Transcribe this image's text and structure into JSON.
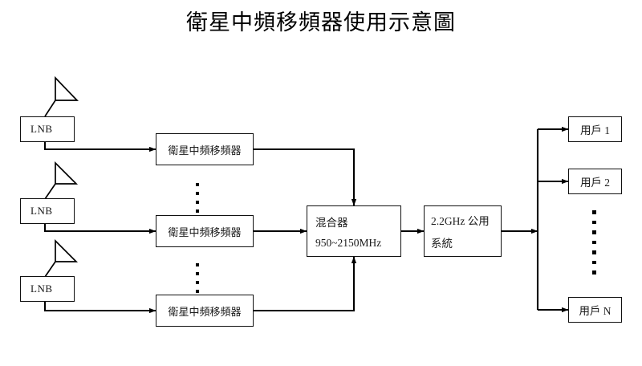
{
  "title": "衛星中頻移頻器使用示意圖",
  "colors": {
    "background": "#ffffff",
    "stroke": "#111111",
    "text": "#1a1a1a"
  },
  "nodes": {
    "lnb": [
      {
        "label": "LNB"
      },
      {
        "label": "LNB"
      },
      {
        "label": "LNB"
      }
    ],
    "converters": [
      {
        "label": "衛星中頻移頻器"
      },
      {
        "label": "衛星中頻移頻器"
      },
      {
        "label": "衛星中頻移頻器"
      }
    ],
    "mixer": {
      "label": "混合器",
      "range": "950~2150MHz"
    },
    "system": {
      "label": "2.2GHz 公用",
      "label2": "系統"
    },
    "users": [
      {
        "label": "用戶 1"
      },
      {
        "label": "用戶 2"
      },
      {
        "label": "用戶 N"
      }
    ]
  },
  "icons": {
    "antenna": "satellite-antenna-icon",
    "ellipsis_vertical": "vertical-ellipsis-icon",
    "arrow": "arrow-head-icon"
  }
}
